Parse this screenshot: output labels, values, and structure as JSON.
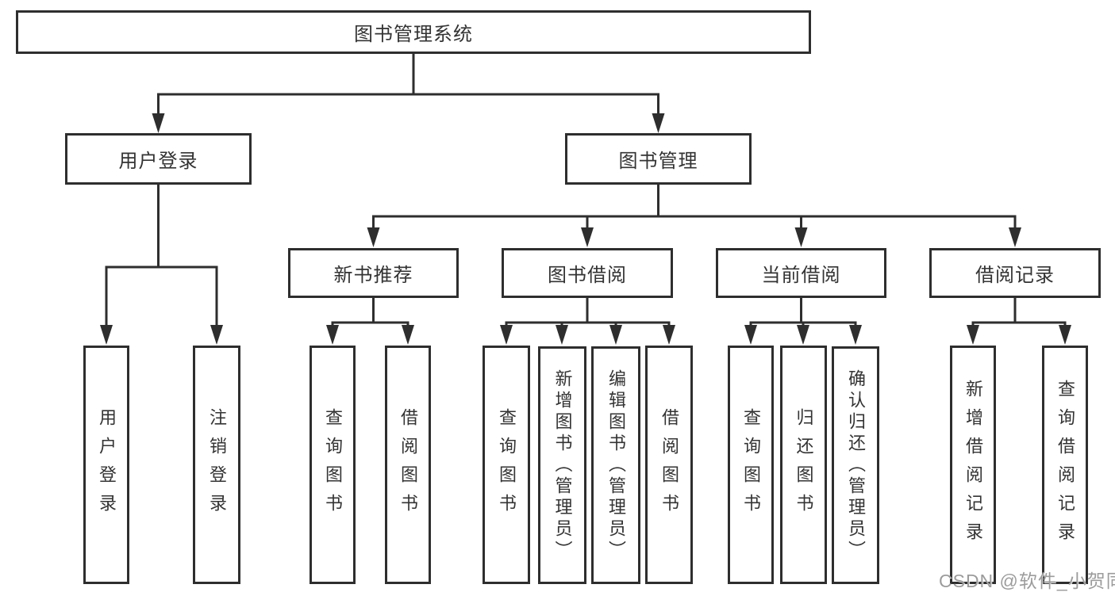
{
  "diagram": {
    "root": {
      "label": "图书管理系统"
    },
    "level2": [
      {
        "label": "用户登录"
      },
      {
        "label": "图书管理"
      }
    ],
    "level3": [
      {
        "label": "新书推荐",
        "parent": "图书管理"
      },
      {
        "label": "图书借阅",
        "parent": "图书管理"
      },
      {
        "label": "当前借阅",
        "parent": "图书管理"
      },
      {
        "label": "借阅记录",
        "parent": "图书管理"
      }
    ],
    "leaves": [
      {
        "label": "用户登录",
        "parent": "用户登录"
      },
      {
        "label": "注销登录",
        "parent": "用户登录"
      },
      {
        "label": "查询图书",
        "parent": "新书推荐"
      },
      {
        "label": "借阅图书",
        "parent": "新书推荐"
      },
      {
        "label": "查询图书",
        "parent": "图书借阅"
      },
      {
        "label": "新增图书（管理员）",
        "parent": "图书借阅"
      },
      {
        "label": "编辑图书（管理员）",
        "parent": "图书借阅"
      },
      {
        "label": "借阅图书",
        "parent": "图书借阅"
      },
      {
        "label": "查询图书",
        "parent": "当前借阅"
      },
      {
        "label": "归还图书",
        "parent": "当前借阅"
      },
      {
        "label": "确认归还（管理员）",
        "parent": "当前借阅"
      },
      {
        "label": "新增借阅记录",
        "parent": "借阅记录"
      },
      {
        "label": "查询借阅记录",
        "parent": "借阅记录"
      }
    ]
  },
  "watermark": {
    "text": "CSDN @软件_小贺同学"
  },
  "colors": {
    "line": "#2e2e2e",
    "text": "#333333",
    "background": "#ffffff",
    "watermark": "#9c9c9c"
  }
}
